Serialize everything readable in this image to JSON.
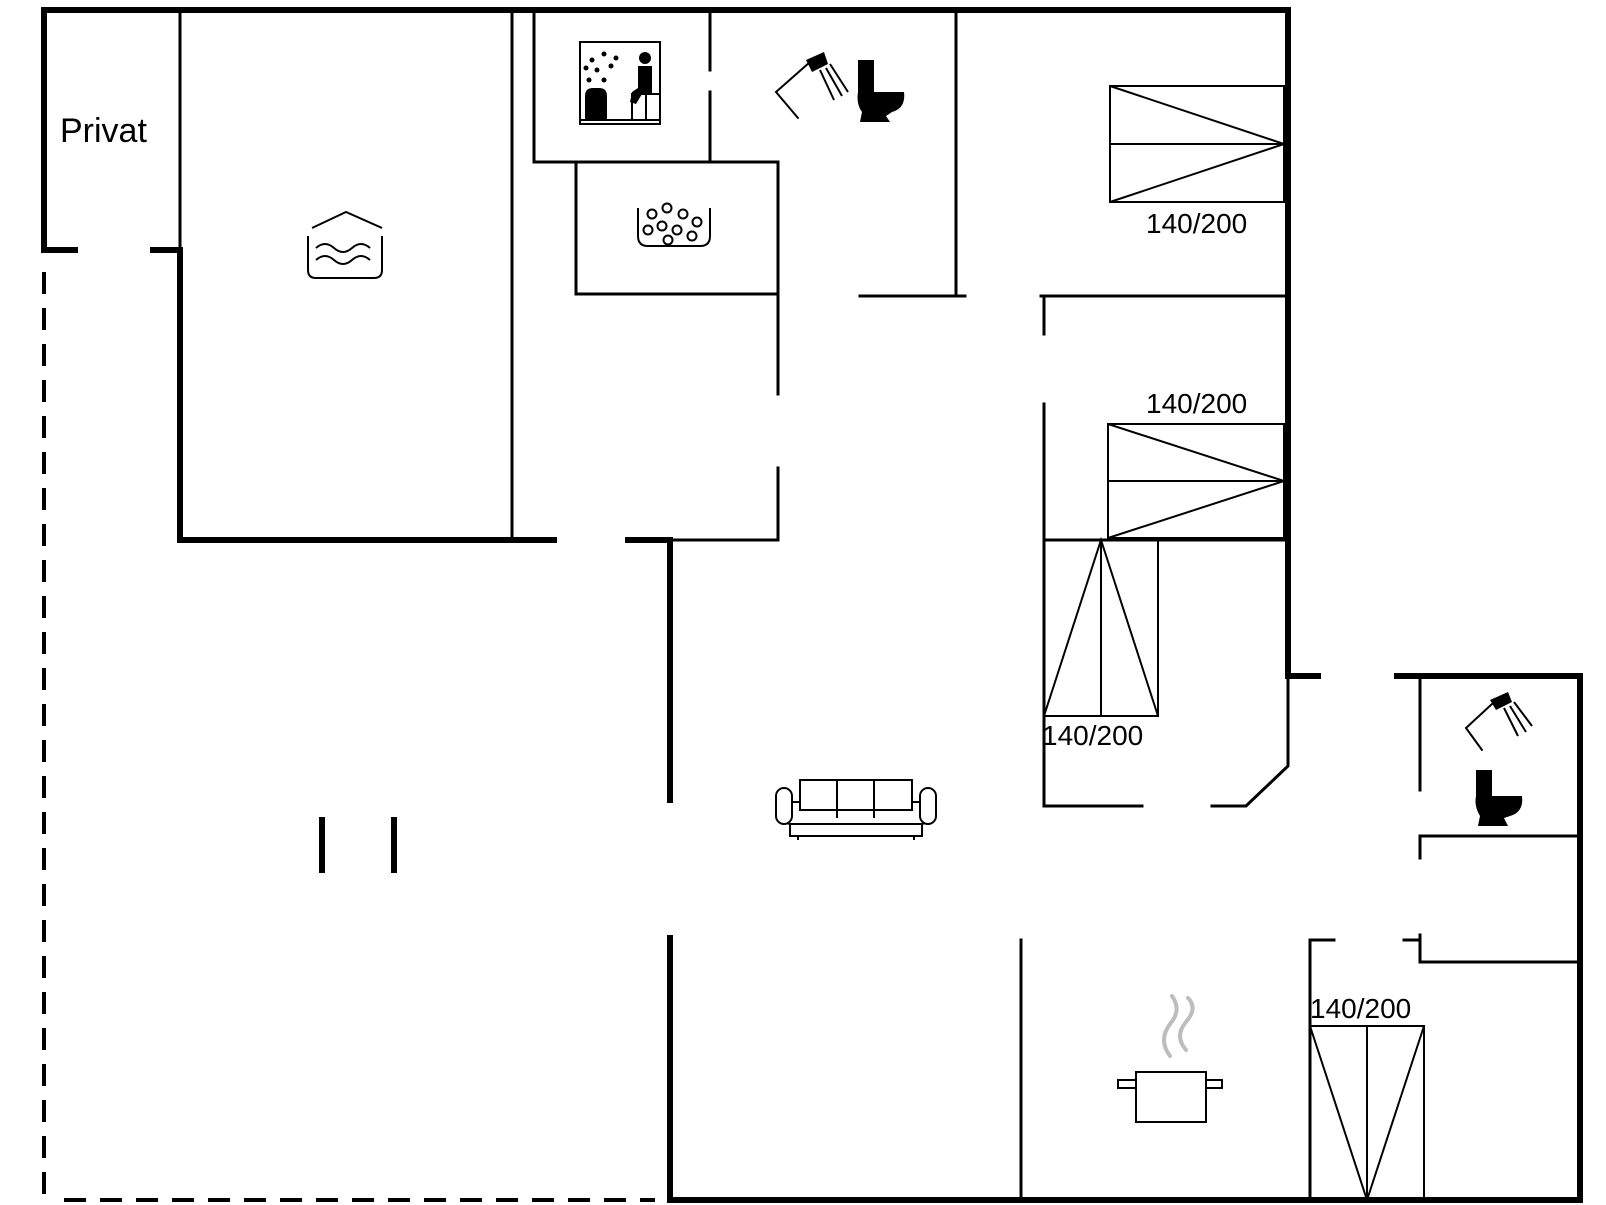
{
  "labels": {
    "private_area": "Privat",
    "bed_1": "140/200",
    "bed_2": "140/200",
    "bed_3": "140/200",
    "bed_4": "140/200"
  },
  "icons": {
    "pool": "pool-icon",
    "sauna": "sauna-icon",
    "spa": "whirlpool-icon",
    "shower_toilet_1": "shower-toilet-icon",
    "shower_toilet_2": "shower-toilet-icon",
    "sofa": "sofa-icon",
    "kitchen": "cooking-pot-icon"
  },
  "colors": {
    "walls": "#000000",
    "background": "#ffffff",
    "steam": "#bdbdbd"
  }
}
